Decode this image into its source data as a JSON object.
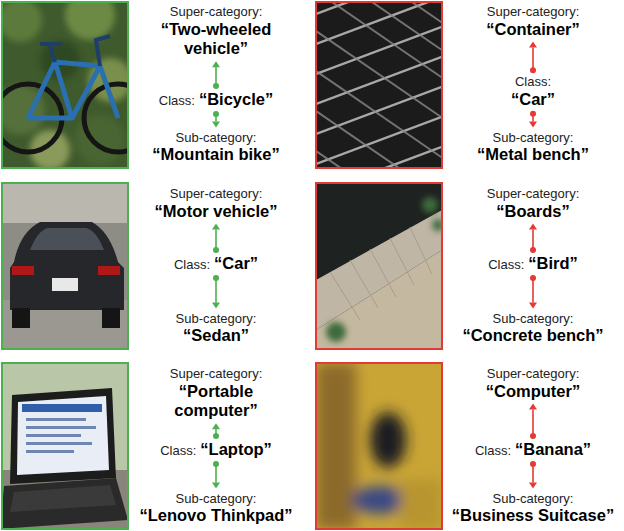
{
  "diagram": {
    "nodes": [
      {
        "text": [
          "Super-category:",
          "“Two-wheeled vehicle”"
        ]
      },
      {
        "text": [
          "Class:",
          "“Bicycle”"
        ]
      },
      {
        "text": [
          "Sub-category:",
          "“Mountain bike”"
        ]
      },
      {
        "text": [
          "Super-category:",
          "“Container”"
        ]
      },
      {
        "text": [
          "Class:",
          "“Car”"
        ]
      },
      {
        "text": [
          "Sub-category:",
          "“Metal bench”"
        ]
      },
      {
        "text": [
          "Super-category:",
          "“Motor vehicle”"
        ]
      },
      {
        "text": [
          "Class:",
          "“Car”"
        ]
      },
      {
        "text": [
          "Sub-category:",
          "“Sedan”"
        ]
      },
      {
        "text": [
          "Super-category:",
          "“Boards”"
        ]
      },
      {
        "text": [
          "Class:",
          "“Bird”"
        ]
      },
      {
        "text": [
          "Sub-category:",
          "“Concrete bench”"
        ]
      },
      {
        "text": [
          "Super-category:",
          "“Portable computer”"
        ]
      },
      {
        "text": [
          "Class:",
          "“Laptop”"
        ]
      },
      {
        "text": [
          "Sub-category:",
          "“Lenovo Thinkpad”"
        ]
      },
      {
        "text": [
          "Super-category:",
          "“Computer”"
        ]
      },
      {
        "text": [
          "Class:",
          "“Banana”"
        ]
      },
      {
        "text": [
          "Sub-category:",
          "“Business Suitcase”"
        ]
      }
    ],
    "edges": [
      {
        "from": 1,
        "to": 0,
        "arrow": "to"
      },
      {
        "from": 1,
        "to": 2,
        "arrow": "to"
      },
      {
        "from": 4,
        "to": 3,
        "arrow": "to"
      },
      {
        "from": 4,
        "to": 5,
        "arrow": "to"
      },
      {
        "from": 7,
        "to": 6,
        "arrow": "to"
      },
      {
        "from": 7,
        "to": 8,
        "arrow": "to"
      },
      {
        "from": 10,
        "to": 9,
        "arrow": "to"
      },
      {
        "from": 10,
        "to": 11,
        "arrow": "to"
      },
      {
        "from": 13,
        "to": 12,
        "arrow": "to"
      },
      {
        "from": 13,
        "to": 14,
        "arrow": "to"
      },
      {
        "from": 16,
        "to": 15,
        "arrow": "to"
      },
      {
        "from": 16,
        "to": 17,
        "arrow": "to"
      }
    ]
  }
}
